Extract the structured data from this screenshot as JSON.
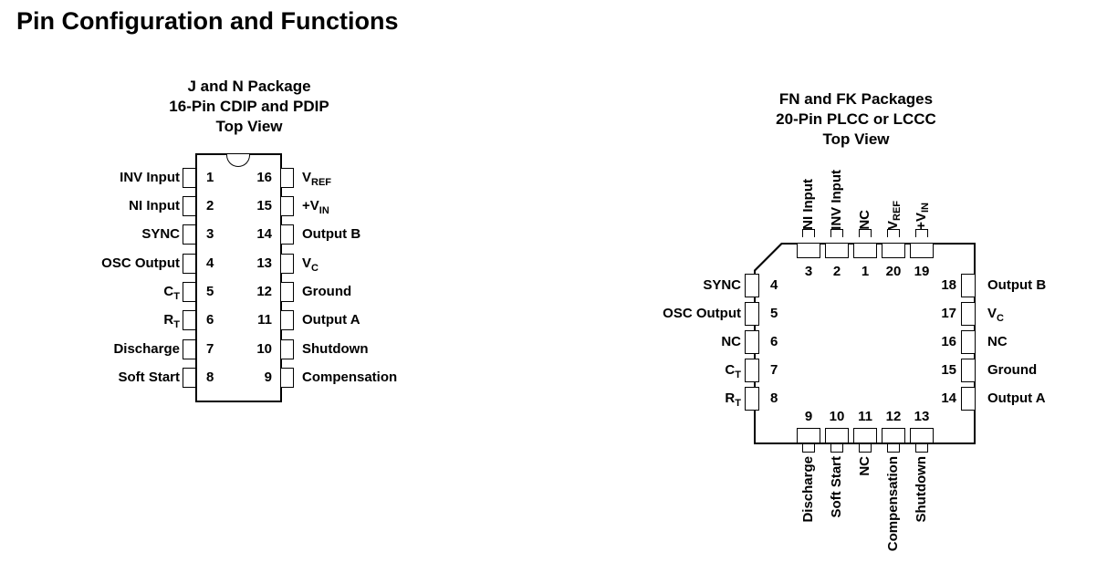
{
  "title": "Pin Configuration and Functions",
  "colors": {
    "ink": "#000000",
    "background": "#ffffff"
  },
  "dip": {
    "heading_lines": [
      "J and N Package",
      "16-Pin CDIP and PDIP",
      "Top View"
    ],
    "left_pins": [
      {
        "num": "1",
        "base": "INV Input",
        "sub": ""
      },
      {
        "num": "2",
        "base": "NI Input",
        "sub": ""
      },
      {
        "num": "3",
        "base": "SYNC",
        "sub": ""
      },
      {
        "num": "4",
        "base": "OSC Output",
        "sub": ""
      },
      {
        "num": "5",
        "base": "C",
        "sub": "T"
      },
      {
        "num": "6",
        "base": "R",
        "sub": "T"
      },
      {
        "num": "7",
        "base": "Discharge",
        "sub": ""
      },
      {
        "num": "8",
        "base": "Soft Start",
        "sub": ""
      }
    ],
    "right_pins": [
      {
        "num": "16",
        "base": "V",
        "sub": "REF"
      },
      {
        "num": "15",
        "base": "+V",
        "sub": "IN"
      },
      {
        "num": "14",
        "base": "Output B",
        "sub": ""
      },
      {
        "num": "13",
        "base": "V",
        "sub": "C"
      },
      {
        "num": "12",
        "base": "Ground",
        "sub": ""
      },
      {
        "num": "11",
        "base": "Output A",
        "sub": ""
      },
      {
        "num": "10",
        "base": "Shutdown",
        "sub": ""
      },
      {
        "num": "9",
        "base": "Compensation",
        "sub": ""
      }
    ]
  },
  "plcc": {
    "heading_lines": [
      "FN and FK Packages",
      "20-Pin PLCC or LCCC",
      "Top View"
    ],
    "top_pins": [
      {
        "num": "3",
        "base": "NI Input",
        "sub": ""
      },
      {
        "num": "2",
        "base": "INV Input",
        "sub": ""
      },
      {
        "num": "1",
        "base": "NC",
        "sub": ""
      },
      {
        "num": "20",
        "base": "V",
        "sub": "REF"
      },
      {
        "num": "19",
        "base": "+V",
        "sub": "IN"
      }
    ],
    "left_pins": [
      {
        "num": "4",
        "base": "SYNC",
        "sub": ""
      },
      {
        "num": "5",
        "base": "OSC Output",
        "sub": ""
      },
      {
        "num": "6",
        "base": "NC",
        "sub": ""
      },
      {
        "num": "7",
        "base": "C",
        "sub": "T"
      },
      {
        "num": "8",
        "base": "R",
        "sub": "T"
      }
    ],
    "right_pins": [
      {
        "num": "18",
        "base": "Output B",
        "sub": ""
      },
      {
        "num": "17",
        "base": "V",
        "sub": "C"
      },
      {
        "num": "16",
        "base": "NC",
        "sub": ""
      },
      {
        "num": "15",
        "base": "Ground",
        "sub": ""
      },
      {
        "num": "14",
        "base": "Output A",
        "sub": ""
      }
    ],
    "bottom_pins": [
      {
        "num": "9",
        "base": "Discharge",
        "sub": ""
      },
      {
        "num": "10",
        "base": "Soft Start",
        "sub": ""
      },
      {
        "num": "11",
        "base": "NC",
        "sub": ""
      },
      {
        "num": "12",
        "base": "Compensation",
        "sub": ""
      },
      {
        "num": "13",
        "base": "Shutdown",
        "sub": ""
      }
    ]
  }
}
